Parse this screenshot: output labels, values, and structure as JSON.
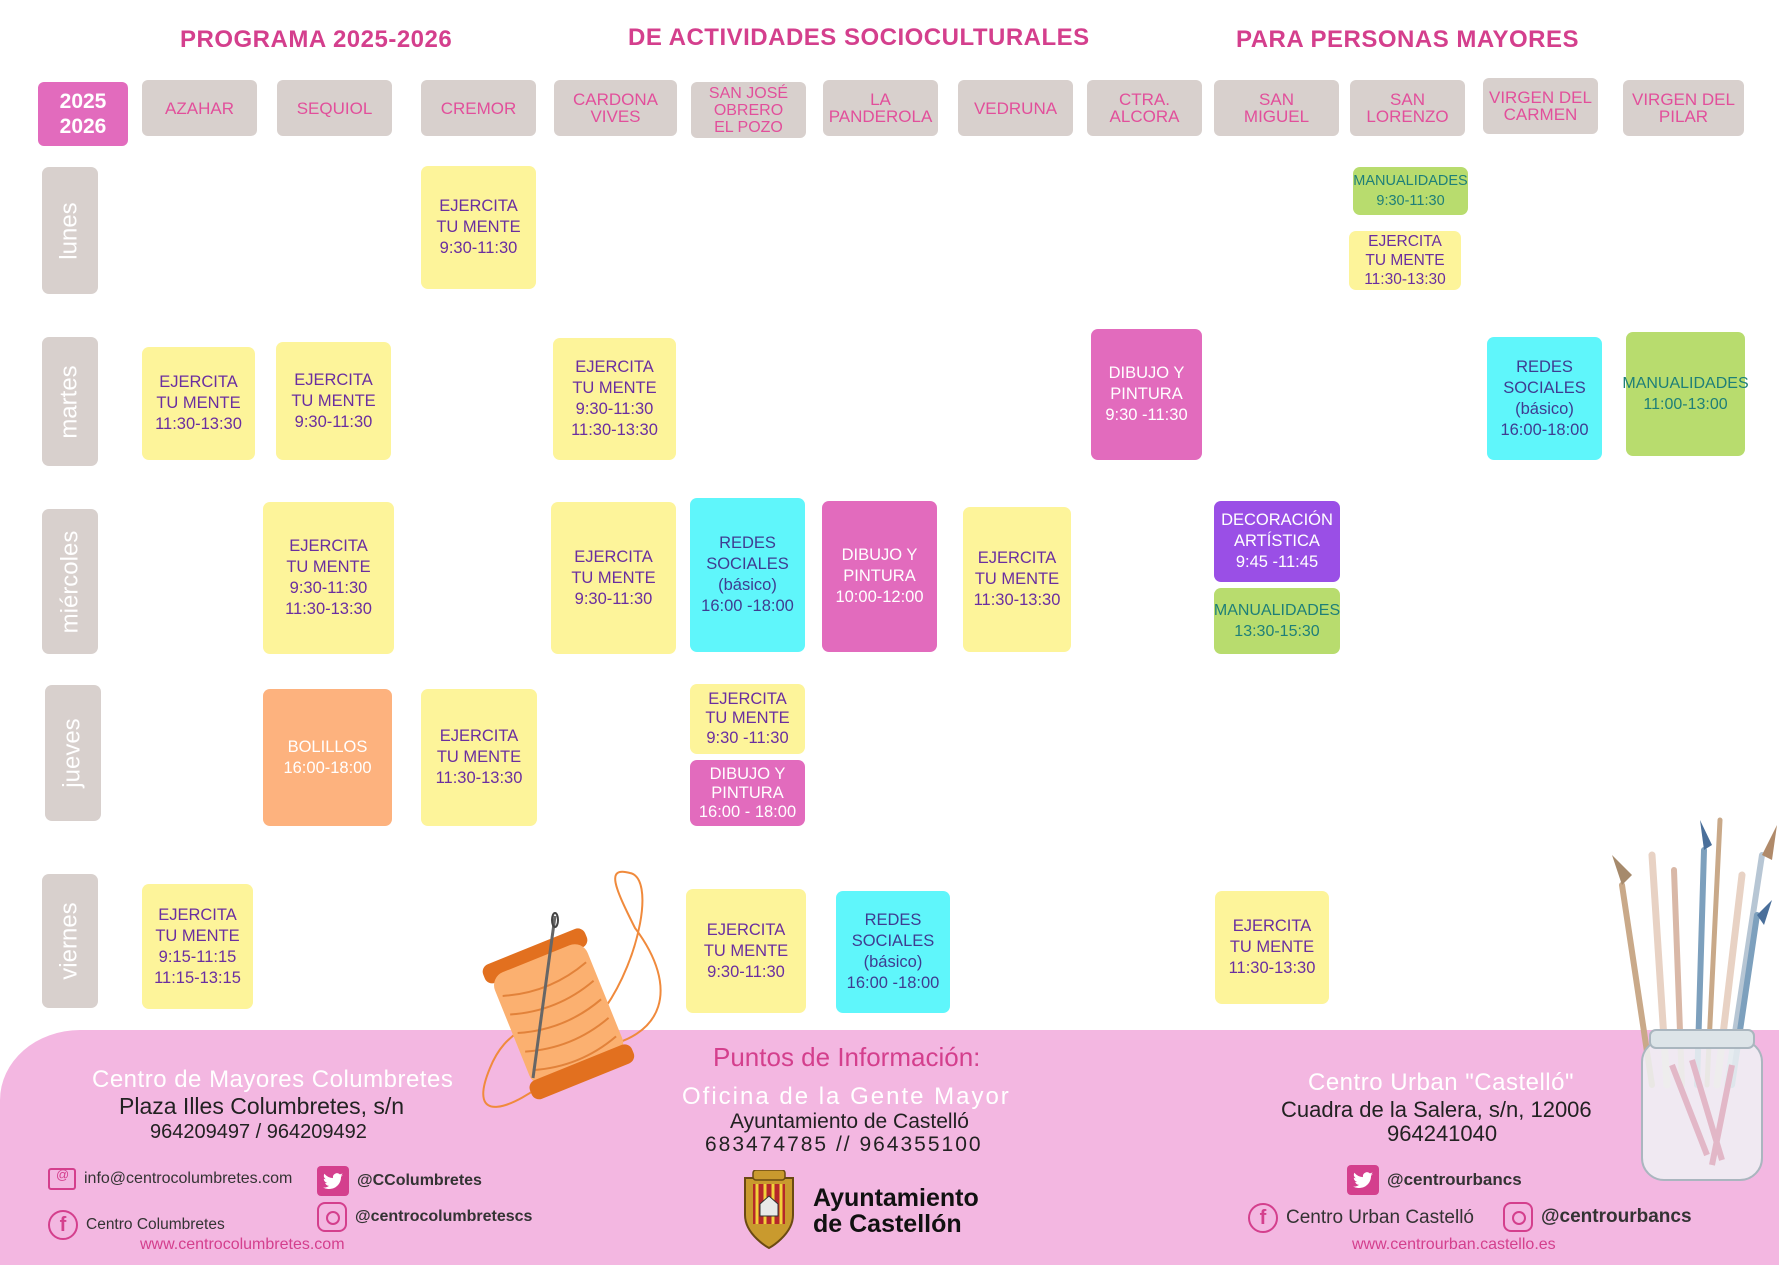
{
  "titles": [
    "PROGRAMA 2025-2026",
    "DE ACTIVIDADES SOCIOCULTURALES",
    "PARA PERSONAS MAYORES"
  ],
  "year_badge": "2025\n2026",
  "centers": [
    "AZAHAR",
    "SEQUIOL",
    "CREMOR",
    "CARDONA\nVIVES",
    "SAN JOSÉ\nOBRERO\nEL POZO",
    "LA\nPANDEROLA",
    "VEDRUNA",
    "CTRA.\nALCORA",
    "SAN\nMIGUEL",
    "SAN\nLORENZO",
    "VIRGEN DEL\nCARMEN",
    "VIRGEN DEL\nPILAR"
  ],
  "days": [
    "lunes",
    "martes",
    "miércoles",
    "jueves",
    "viernes"
  ],
  "activities": [
    "EJERCITA\nTU MENTE\n9:30-11:30",
    "MANUALIDADES\n9:30-11:30",
    "EJERCITA\nTU MENTE\n11:30-13:30",
    "EJERCITA\nTU MENTE\n11:30-13:30",
    "EJERCITA\nTU MENTE\n9:30-11:30",
    "EJERCITA\nTU MENTE\n9:30-11:30\n11:30-13:30",
    "DIBUJO Y\nPINTURA\n9:30 -11:30",
    "REDES\nSOCIALES\n(básico)\n16:00-18:00",
    "MANUALIDADES\n11:00-13:00",
    "EJERCITA\nTU MENTE\n9:30-11:30\n11:30-13:30",
    "EJERCITA\nTU MENTE\n9:30-11:30",
    "REDES\nSOCIALES\n(básico)\n16:00 -18:00",
    "DIBUJO Y\nPINTURA\n10:00-12:00",
    "EJERCITA\nTU MENTE\n11:30-13:30",
    "DECORACIÓN\nARTÍSTICA\n9:45 -11:45",
    "MANUALIDADES\n13:30-15:30",
    "BOLILLOS\n16:00-18:00",
    "EJERCITA\nTU MENTE\n11:30-13:30",
    "EJERCITA\nTU MENTE\n9:30 -11:30",
    "DIBUJO Y\nPINTURA\n16:00 - 18:00",
    "EJERCITA\nTU MENTE\n9:15-11:15\n11:15-13:15",
    "EJERCITA\nTU MENTE\n9:30-11:30",
    "REDES\nSOCIALES\n(básico)\n16:00 -18:00",
    "EJERCITA\nTU MENTE\n11:30-13:30"
  ],
  "footer": {
    "left": {
      "name": "Centro de Mayores Columbretes",
      "address": "Plaza Illes Columbretes, s/n",
      "phones": "964209497 / 964209492",
      "email": "info@centrocolumbretes.com",
      "twitter": "@CColumbretes",
      "facebook": "Centro Columbretes",
      "instagram": "@centrocolumbretescs",
      "web": "www.centrocolumbretes.com"
    },
    "center": {
      "heading": "Puntos de Información:",
      "office": "Oficina de la Gente Mayor",
      "org": "Ayuntamiento de Castelló",
      "phones": "683474785 // 964355100",
      "logo_text": "Ayuntamiento\nde Castellón"
    },
    "right": {
      "name": "Centro Urban \"Castelló\"",
      "address": "Cuadra de la Salera, s/n, 12006",
      "phone": "964241040",
      "twitter": "@centrourbancs",
      "facebook": "Centro Urban Castelló",
      "instagram": "@centrourbancs",
      "web": "www.centrourban.castello.es"
    }
  },
  "colors": {
    "title": "#d43f8d",
    "header_bg": "#d8d0cd",
    "yellow": "#fdf49a",
    "cyan": "#5ff6fb",
    "pink": "#e26bbd",
    "green": "#b8dc6e",
    "purple": "#9a4fe6",
    "orange": "#fdb27e",
    "footer_bg": "#f3b7e1"
  },
  "icons": [
    "email-icon",
    "twitter-icon",
    "facebook-icon",
    "instagram-icon",
    "thread-spool-icon",
    "paintbrush-jar-icon",
    "coat-of-arms-icon"
  ]
}
